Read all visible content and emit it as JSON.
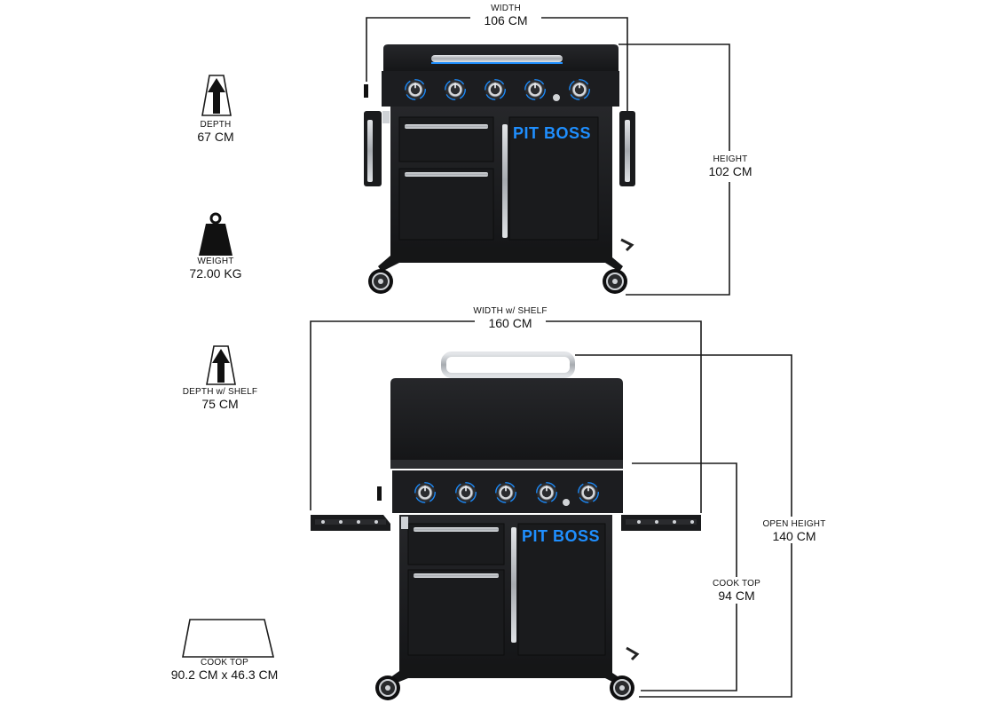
{
  "brand": {
    "logo_text": "PIT BOSS",
    "accent_color": "#1f8fff"
  },
  "colors": {
    "grill_body": "#1b1c1e",
    "grill_dark": "#0f1012",
    "steel": "#b9bcc0",
    "line": "#1a1a1a"
  },
  "left_specs": {
    "depth": {
      "label": "DEPTH",
      "value": "67 CM",
      "icon": "depth-arrow-icon"
    },
    "weight": {
      "label": "WEIGHT",
      "value": "72.00 KG",
      "icon": "weight-icon"
    },
    "depth_shelf": {
      "label": "DEPTH w/ SHELF",
      "value": "75 CM",
      "icon": "depth-arrow-icon"
    },
    "cook_top_area": {
      "label": "COOK TOP",
      "value": "90.2 CM x 46.3 CM",
      "icon": "cooktop-trapezoid-icon"
    }
  },
  "top_grill": {
    "width": {
      "label": "WIDTH",
      "value": "106 CM"
    },
    "height": {
      "label": "HEIGHT",
      "value": "102 CM"
    }
  },
  "bottom_grill": {
    "width_shelf": {
      "label": "WIDTH w/ SHELF",
      "value": "160 CM"
    },
    "open_height": {
      "label": "OPEN HEIGHT",
      "value": "140 CM"
    },
    "cook_top_height": {
      "label": "COOK TOP",
      "value": "94 CM"
    }
  }
}
